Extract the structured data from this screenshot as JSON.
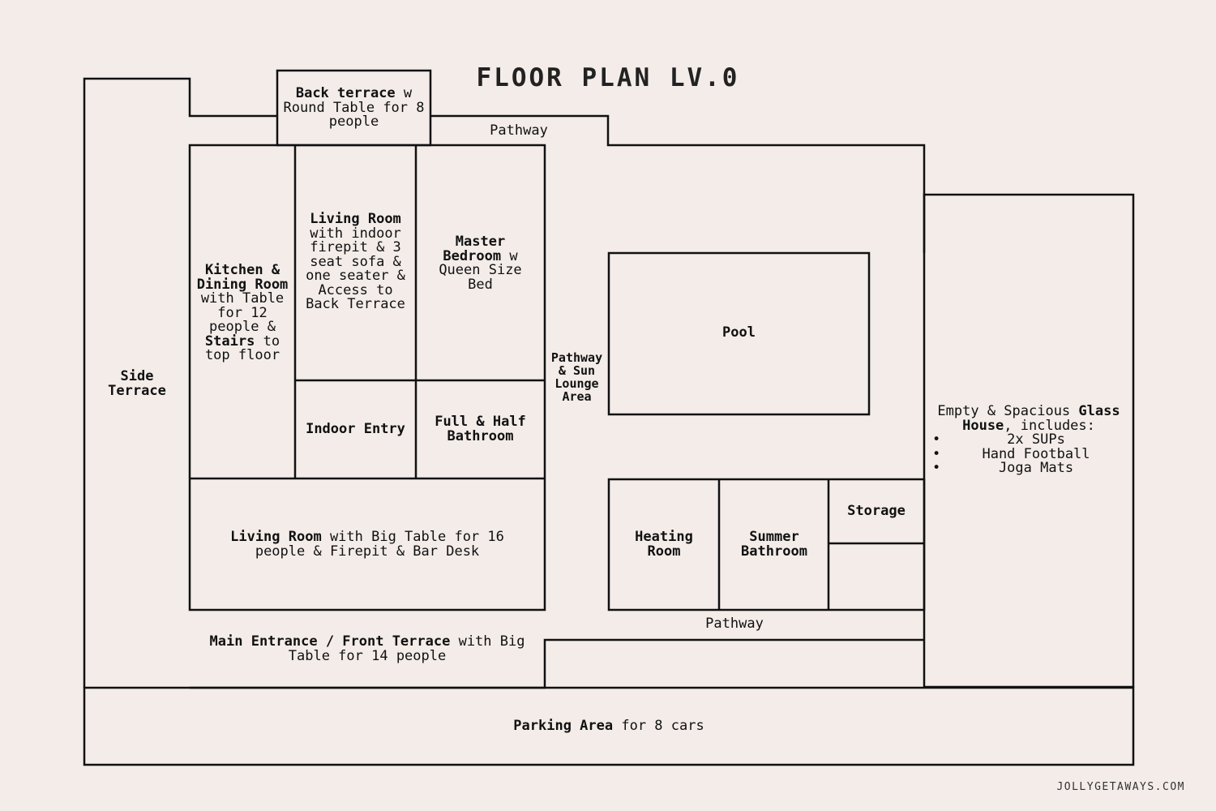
{
  "title": "FLOOR PLAN LV.0",
  "footer": "JOLLYGETAWAYS.COM",
  "rooms": {
    "back_terrace": {
      "bold": "Back terrace",
      "rest": " w Round Table for 8 people"
    },
    "pathway_top": "Pathway",
    "kitchen": {
      "bold1": "Kitchen & Dining Room",
      "rest1": " with Table for 12 people & ",
      "bold2": "Stairs",
      "rest2": " to top floor"
    },
    "living_upper": {
      "bold": "Living Room",
      "rest": " with indoor firepit & 3 seat sofa & one seater & Access to Back Terrace"
    },
    "master_bedroom": {
      "bold": "Master Bedroom",
      "rest": " w Queen Size Bed"
    },
    "side_terrace": "Side Terrace",
    "indoor_entry": "Indoor Entry",
    "full_half_bath": "Full & Half Bathroom",
    "pathway_sun": "Pathway & Sun Lounge Area",
    "pool": "Pool",
    "living_lower": {
      "bold": "Living Room",
      "rest": " with Big Table for 16 people & Firepit & Bar Desk"
    },
    "heating_room": "Heating Room",
    "summer_bathroom": "Summer Bathroom",
    "storage": "Storage",
    "pathway_bottom": "Pathway",
    "main_entrance": {
      "bold": "Main Entrance / Front Terrace",
      "rest": " with Big Table for 14 people"
    },
    "parking": {
      "bold": "Parking Area",
      "rest": " for 8 cars"
    },
    "glass_house": {
      "pre": "Empty & Spacious ",
      "bold": "Glass House",
      "post": ", includes:",
      "items": [
        "2x SUPs",
        "Hand Football",
        "Joga Mats"
      ]
    }
  },
  "colors": {
    "background": "#f3ece9",
    "lines": "#111111"
  }
}
